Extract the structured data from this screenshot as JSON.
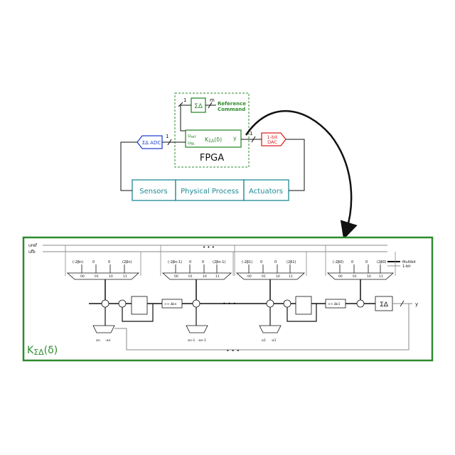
{
  "colors": {
    "green": "#2e8b2e",
    "blue": "#2244cc",
    "red": "#dd2222",
    "teal": "#1e8a96",
    "black": "#111111",
    "gray": "#888888"
  },
  "fpga": {
    "label": "FPGA",
    "sigma_delta": "ΣΔ",
    "reference_command": [
      "Reference",
      "Command"
    ],
    "bus_m": "m",
    "bus_1_top": "1",
    "controller": "K",
    "controller_sub": "ΣΔ",
    "controller_arg": "(δ)",
    "u_ref": "u",
    "u_ref_sub": "ref",
    "u_fb": "u",
    "u_fb_sub": "fb",
    "y": "y"
  },
  "adc": {
    "label": "ΣΔ ADC",
    "bus": "1"
  },
  "dac": {
    "label": [
      "1-bit",
      "DAC"
    ],
    "bus": "1"
  },
  "plant": {
    "sensors": "Sensors",
    "process": "Physical Process",
    "actuators": "Actuators"
  },
  "detail": {
    "title": "K",
    "title_sub": "ΣΔ",
    "title_arg": "(δ)",
    "u_ref": "uref",
    "u_fb": "ufb",
    "legend": [
      "Multibit",
      "1-bit"
    ],
    "stages": [
      {
        "consts": [
          "(-2βn)",
          "0",
          "0",
          "(2βn)"
        ],
        "shift": ">> Δkn",
        "gains": [
          "αn",
          "-αn"
        ]
      },
      {
        "consts": [
          "(-2βn-1)",
          "0",
          "0",
          "(2βn-1)"
        ],
        "shift": "",
        "gains": [
          "αn-1",
          "-αn-1"
        ]
      },
      {
        "consts": [
          "(-2β1)",
          "0",
          "0",
          "(2β1)"
        ],
        "shift": ">> Δk1",
        "gains": [
          "α1",
          "-α1"
        ]
      },
      {
        "consts": [
          "(-2β0)",
          "0",
          "0",
          "(2β0)"
        ],
        "shift": "",
        "gains": []
      }
    ],
    "mux_codes": [
      "00",
      "01",
      "10",
      "11"
    ],
    "final_sigma": "ΣΔ",
    "out": "y",
    "ellipsis": "• • •"
  }
}
